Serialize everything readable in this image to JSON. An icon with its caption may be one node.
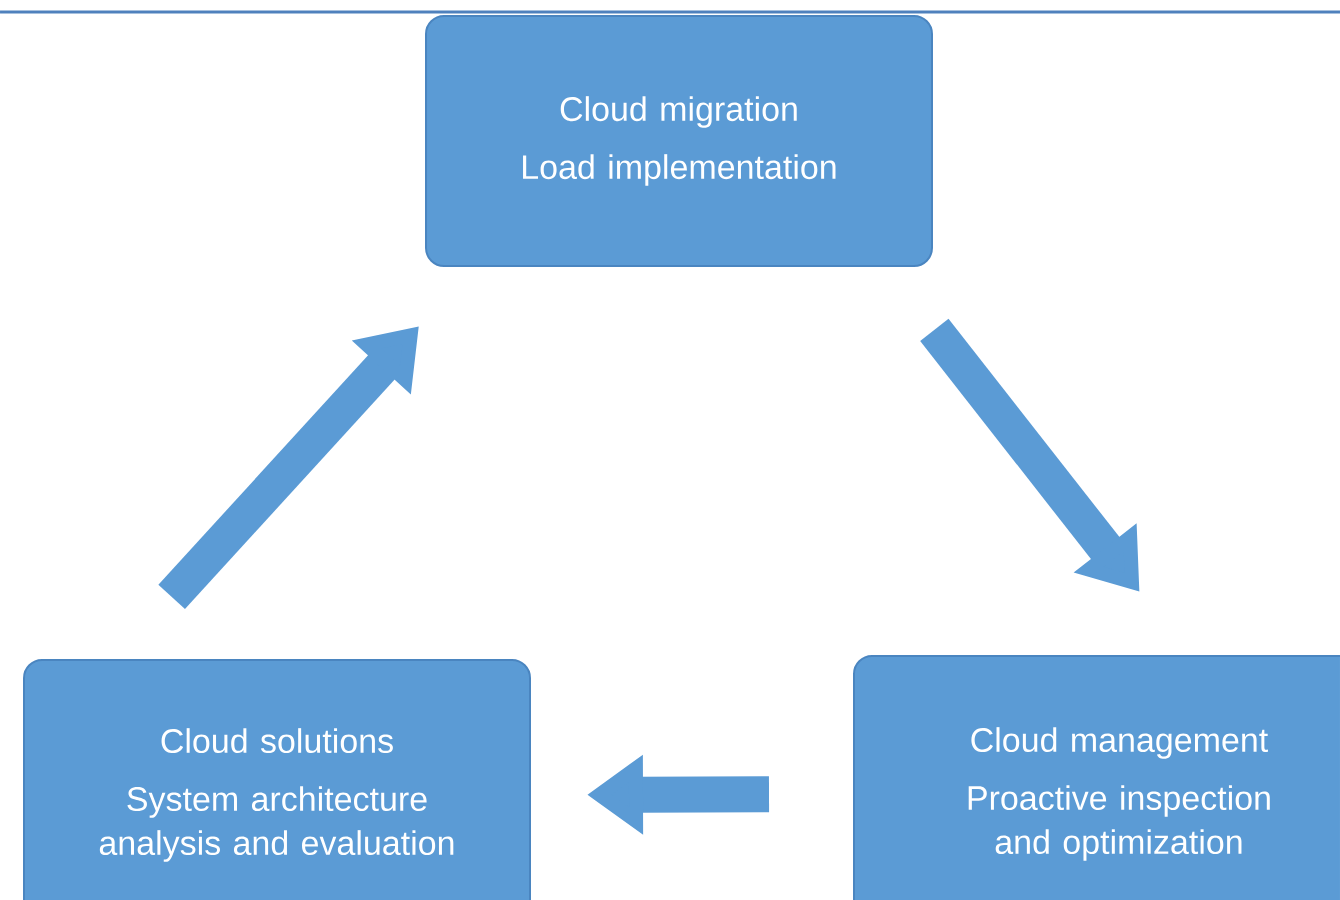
{
  "diagram": {
    "nodes": [
      {
        "text": [
          "Cloud  migration",
          "Load implementation"
        ]
      },
      {
        "text": [
          "Cloud management",
          "Proactive inspection and optimization"
        ]
      },
      {
        "text": [
          "Cloud solutions",
          "System architecture analysis and evaluation"
        ]
      }
    ],
    "edges": [
      {
        "from": 0,
        "to": 1,
        "arrow": "to"
      },
      {
        "from": 1,
        "to": 2,
        "arrow": "to"
      },
      {
        "from": 2,
        "to": 0,
        "arrow": "to"
      }
    ]
  }
}
